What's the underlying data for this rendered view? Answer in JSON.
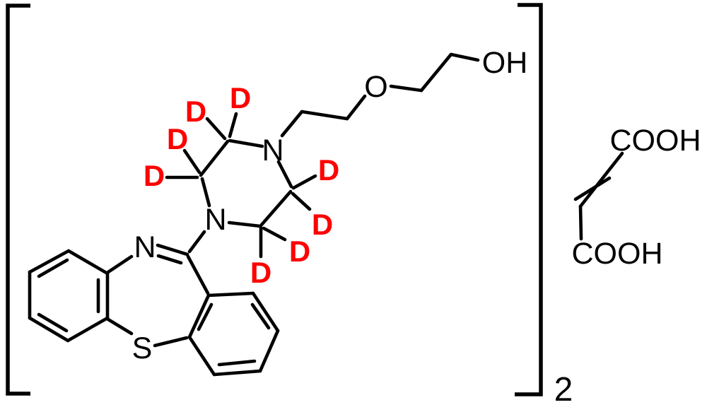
{
  "colors": {
    "bond": "#000000",
    "deuterium": "#ff0000",
    "background": "#ffffff"
  },
  "atom_labels": {
    "piperazine_n_top": "N",
    "piperazine_n_bottom": "N",
    "imine_n": "N",
    "thioether_s": "S",
    "ether_o": "O",
    "hydroxyl": "OH",
    "carboxyl_top": "COOH",
    "carboxyl_bottom": "COOH"
  },
  "deuterium_labels": [
    "D",
    "D",
    "D",
    "D",
    "D",
    "D",
    "D",
    "D"
  ],
  "bracket_subscript": "2"
}
